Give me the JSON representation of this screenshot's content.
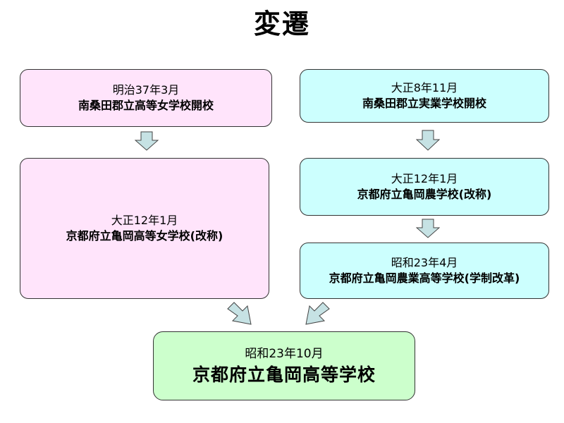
{
  "title": "変遷",
  "nodes": {
    "girls_1904": {
      "date": "明治37年3月",
      "event": "南桑田郡立高等女学校開校"
    },
    "girls_1923": {
      "date": "大正12年1月",
      "event": "京都府立亀岡高等女学校(改称)"
    },
    "industrial_1919": {
      "date": "大正8年11月",
      "event": "南桑田郡立実業学校開校"
    },
    "agri_1923": {
      "date": "大正12年1月",
      "event": "京都府立亀岡農学校(改称)"
    },
    "agri_1948": {
      "date": "昭和23年4月",
      "event": "京都府立亀岡農業高等学校(学制改革)"
    },
    "merged_1948": {
      "date": "昭和23年10月",
      "event": "京都府立亀岡高等学校"
    }
  },
  "colors": {
    "pink_box": "#ffe4fb",
    "cyan_box": "#ccfffe",
    "green_box": "#ccffcc",
    "arrow_fill": "#c6e2e4"
  }
}
